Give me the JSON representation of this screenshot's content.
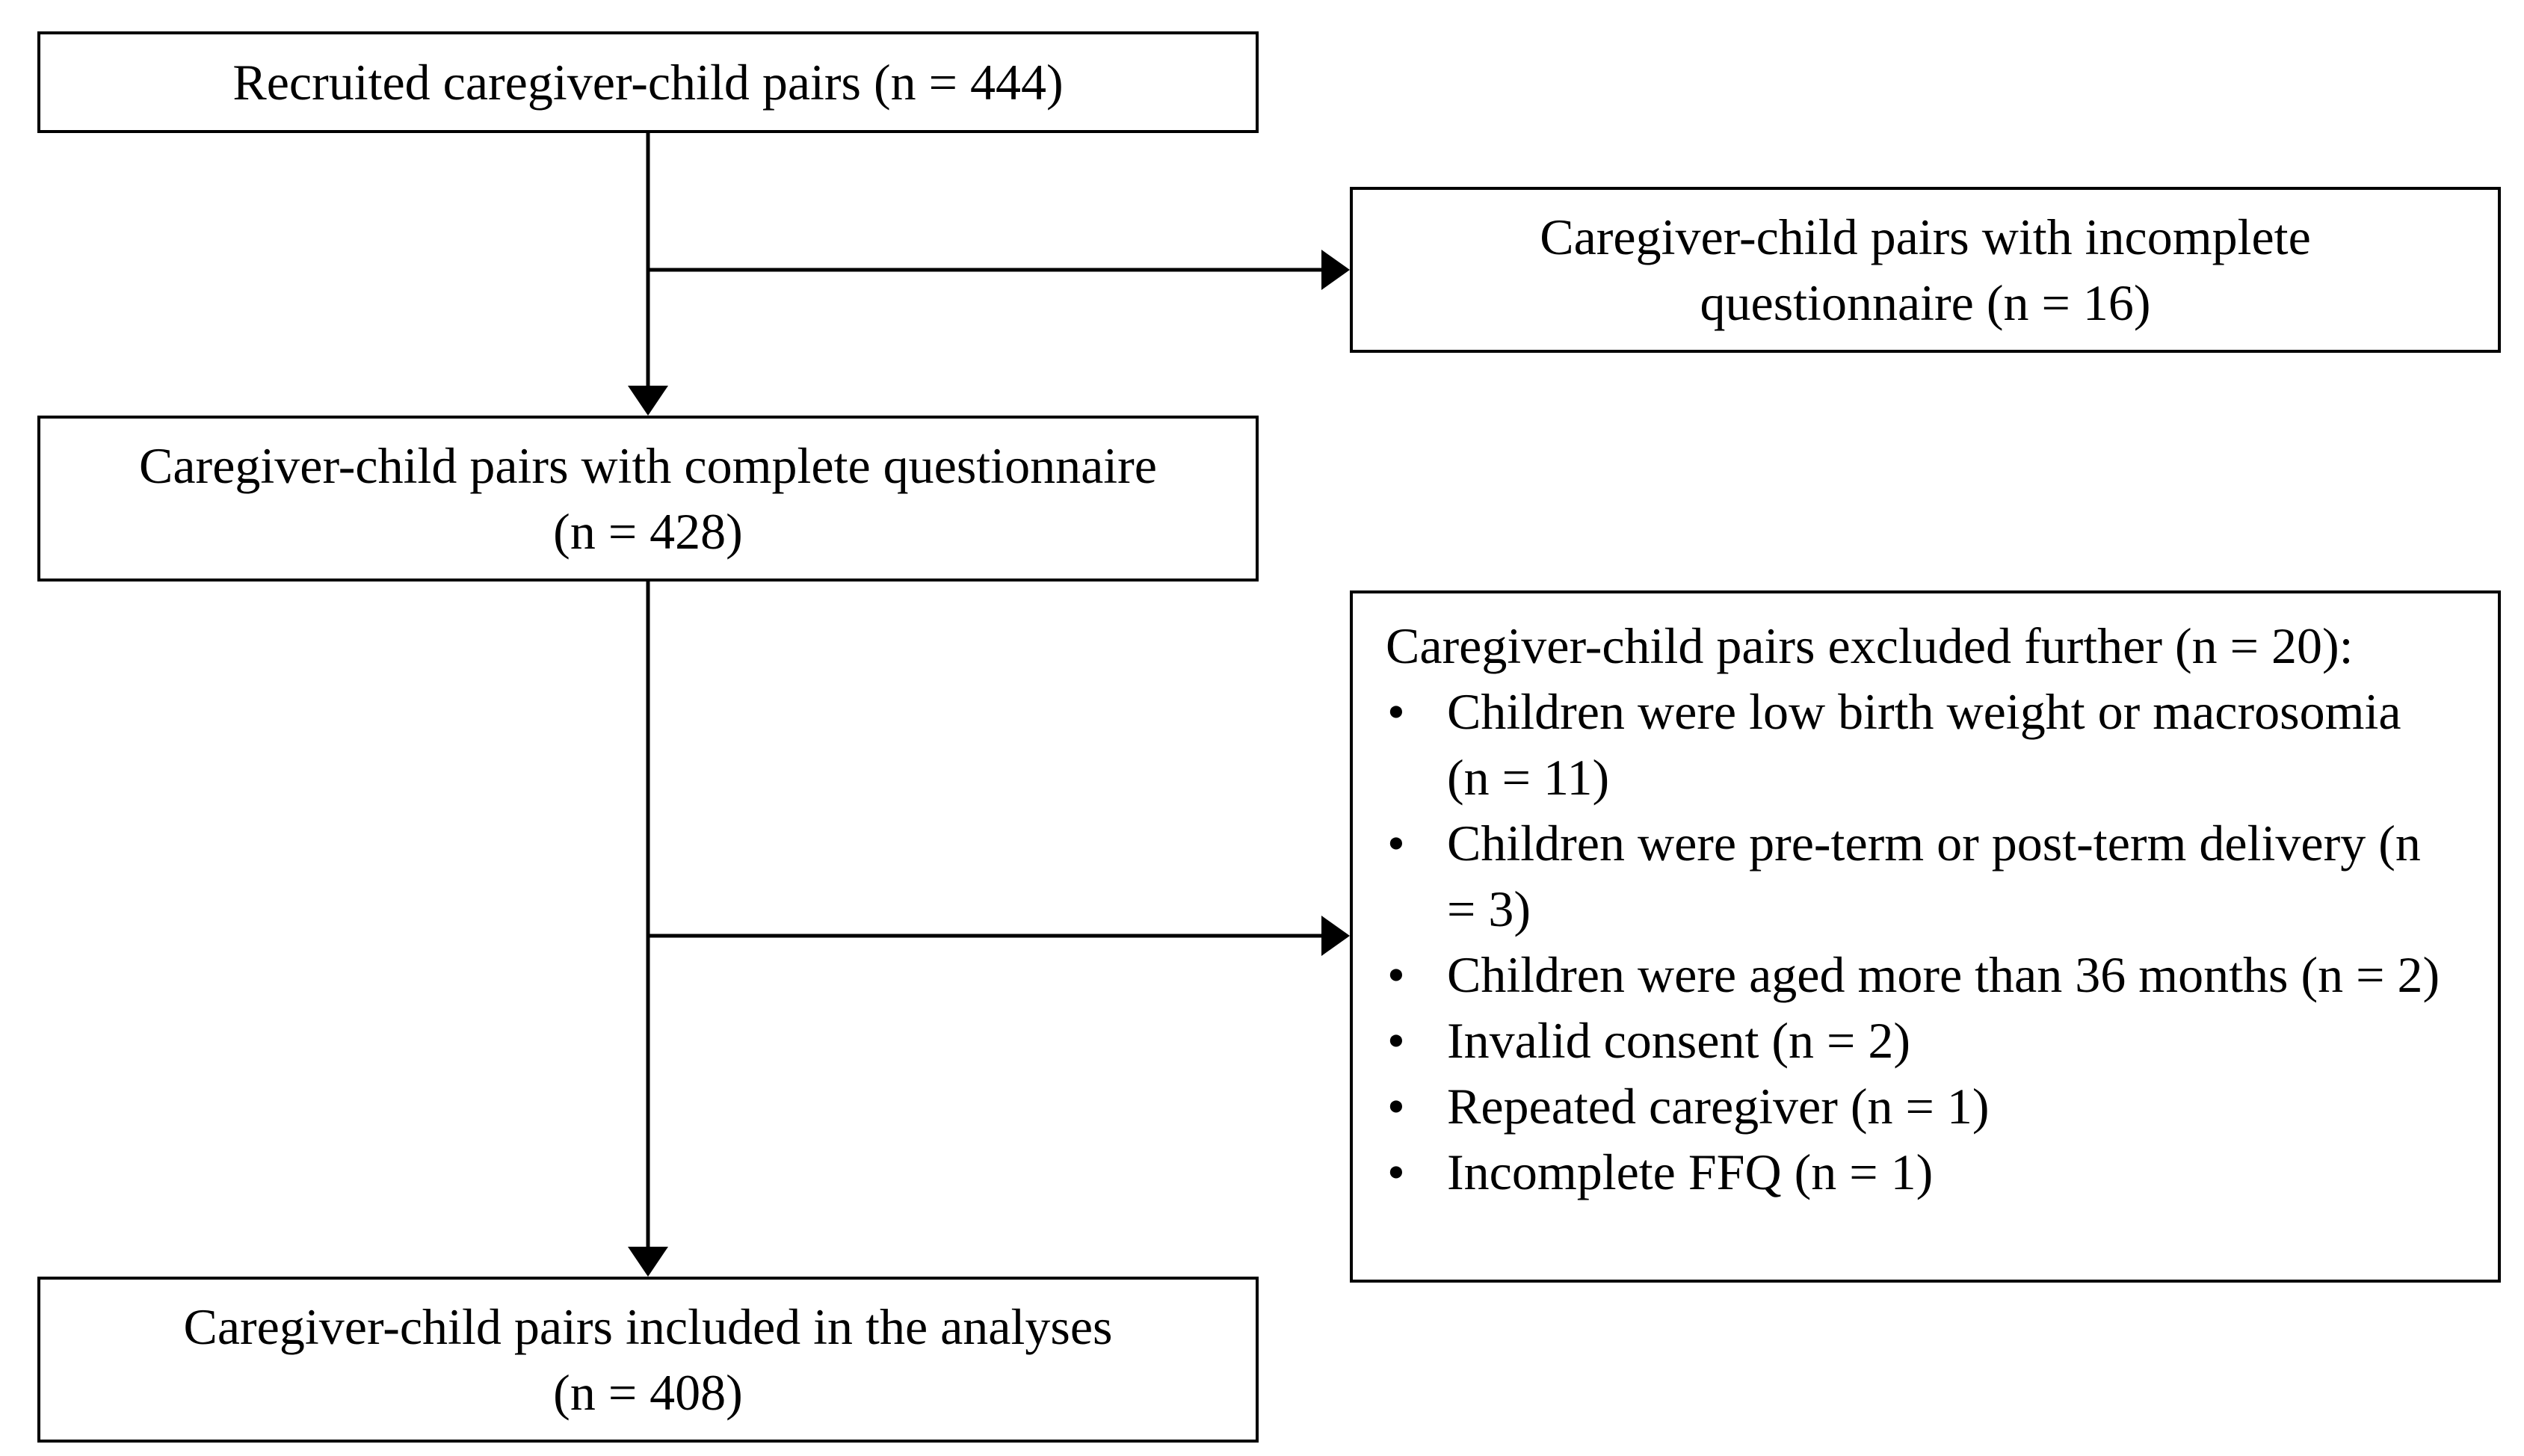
{
  "boxes": {
    "recruited": {
      "line1": "Recruited caregiver-child pairs (n = 444)"
    },
    "incomplete": {
      "line1": "Caregiver-child pairs with incomplete",
      "line2": "questionnaire (n = 16)"
    },
    "complete": {
      "line1": "Caregiver-child pairs with complete questionnaire",
      "line2": "(n = 428)"
    },
    "excluded": {
      "heading": "Caregiver-child pairs excluded further (n = 20):",
      "bullet": "•",
      "items": [
        "Children were low birth weight or macrosomia (n = 11)",
        "Children were pre-term or post-term delivery (n = 3)",
        "Children were aged more than 36 months (n = 2)",
        "Invalid consent (n = 2)",
        "Repeated caregiver (n = 1)",
        "Incomplete FFQ (n = 1)"
      ]
    },
    "included": {
      "line1": "Caregiver-child pairs included in the analyses",
      "line2": "(n = 408)"
    }
  },
  "colors": {
    "stroke": "#000000",
    "background": "#ffffff"
  }
}
